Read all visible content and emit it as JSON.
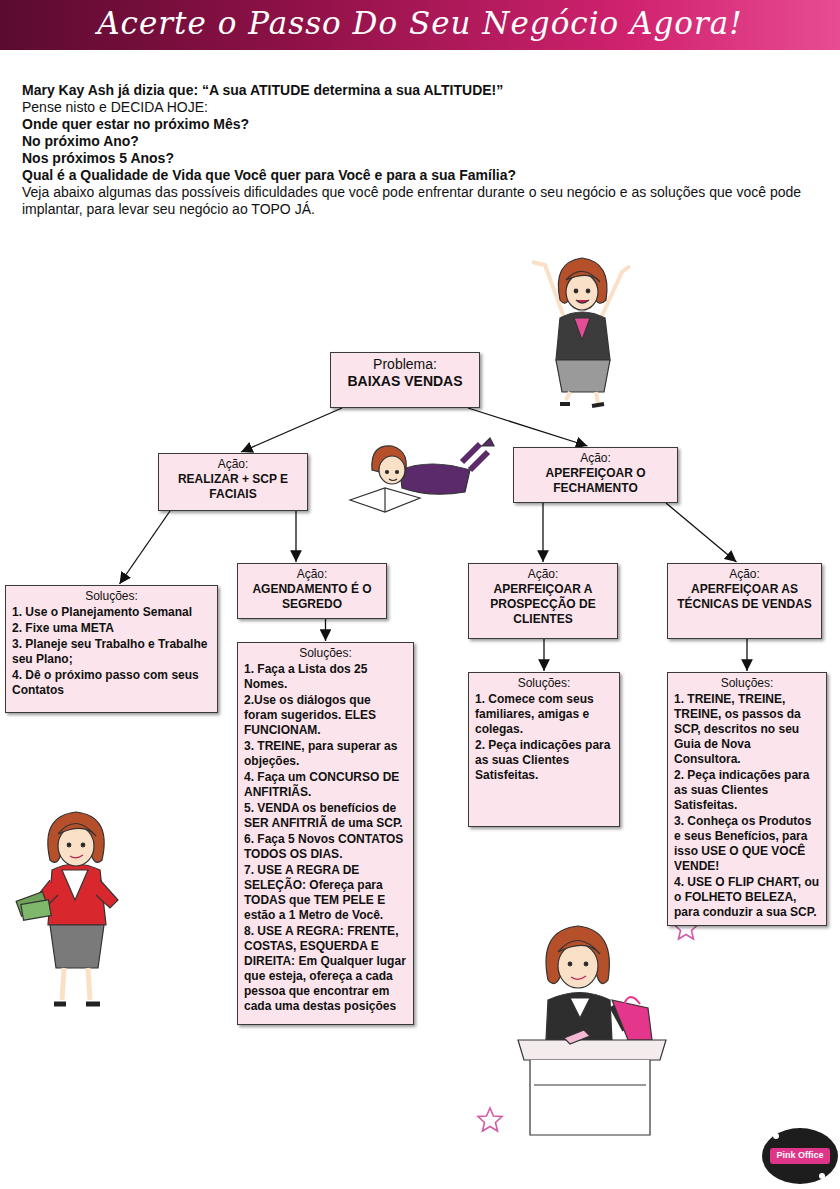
{
  "diagram": {
    "title": "Acerte o Passo Do Seu Negócio Agora!",
    "nodes": [
      {
        "text": [
          "Problema:",
          "BAIXAS VENDAS"
        ]
      },
      {
        "text": [
          "Ação:",
          "REALIZAR + SCP E FACIAIS"
        ]
      },
      {
        "text": [
          "Ação:",
          "APERFEIÇOAR O FECHAMENTO"
        ]
      },
      {
        "text": [
          "Soluções:",
          "1. Use o Planejamento Semanal",
          "2. Fixe uma META",
          "3. Planeje seu Trabalho e Trabalhe seu Plano;",
          "4. Dê o próximo passo com seus Contatos"
        ]
      },
      {
        "text": [
          "Ação:",
          "AGENDAMENTO É O SEGREDO"
        ]
      },
      {
        "text": [
          "Soluções:",
          "1. Faça a Lista dos 25 Nomes.",
          "2.Use os diálogos que foram sugeridos. ELES FUNCIONAM.",
          "3. TREINE, para superar as objeções.",
          "4. Faça um CONCURSO DE ANFITRIÃS.",
          "5. VENDA os benefícios de SER ANFITRIÃ de uma SCP.",
          "6. Faça 5 Novos CONTATOS TODOS OS DIAS.",
          "7. USE A REGRA DE SELEÇÃO: Ofereça para TODAS que TEM PELE E estão a 1 Metro de Você.",
          "8. USE A REGRA: FRENTE, COSTAS, ESQUERDA E DIREITA: Em Qualquer lugar que esteja, ofereça a cada pessoa que encontrar em cada uma destas posições"
        ]
      },
      {
        "text": [
          "Ação:",
          "APERFEIÇOAR A PROSPECÇÃO DE CLIENTES"
        ]
      },
      {
        "text": [
          "Ação:",
          "APERFEIÇOAR AS TÉCNICAS DE VENDAS"
        ]
      },
      {
        "text": [
          "Soluções:",
          "1. Comece com seus familiares, amigas e colegas.",
          "2. Peça indicações para as suas Clientes Satisfeitas."
        ]
      },
      {
        "text": [
          "Soluções:",
          "1. TREINE, TREINE, TREINE, os passos da SCP, descritos no seu Guia de Nova Consultora.",
          "2. Peça indicações para as suas Clientes Satisfeitas.",
          "3. Conheça os Produtos e seus Benefícios, para isso USE O QUE VOCÊ VENDE!",
          "4. USE O FLIP CHART, ou o FOLHETO BELEZA, para conduzir a sua SCP."
        ]
      }
    ],
    "edges": [
      {
        "from": 0,
        "to": 1,
        "arrow": "to"
      },
      {
        "from": 0,
        "to": 2,
        "arrow": "to"
      },
      {
        "from": 1,
        "to": 3,
        "arrow": "to"
      },
      {
        "from": 1,
        "to": 4,
        "arrow": "to"
      },
      {
        "from": 4,
        "to": 5,
        "arrow": "to"
      },
      {
        "from": 2,
        "to": 6,
        "arrow": "to"
      },
      {
        "from": 2,
        "to": 7,
        "arrow": "to"
      },
      {
        "from": 6,
        "to": 8,
        "arrow": "to"
      },
      {
        "from": 7,
        "to": 9,
        "arrow": "to"
      }
    ],
    "labels": [
      "Mary Kay Ash já dizia que: “A sua ATITUDE determina a sua ALTITUDE!”",
      "Pense nisto e DECIDA HOJE:",
      "Onde quer estar no próximo Mês?",
      "No próximo Ano?",
      "Nos próximos 5 Anos?",
      "Qual é a Qualidade de Vida que Você quer para Você e para a sua Família?",
      "Veja abaixo algumas das possíveis dificuldades que você pode enfrentar durante o seu negócio e as soluções que você pode implantar, para levar seu negócio ao TOPO JÁ.",
      "Pink Office"
    ]
  }
}
